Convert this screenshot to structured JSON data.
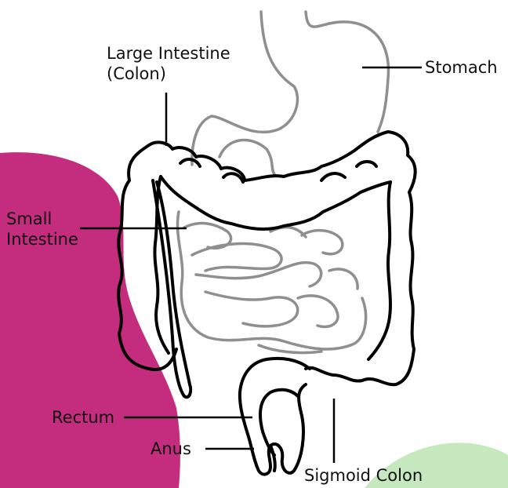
{
  "labels": {
    "large_intestine_line1": "Large Intestine",
    "large_intestine_line2": "(Colon)",
    "stomach": "Stomach",
    "small_intestine_line1": "Small",
    "small_intestine_line2": "Intestine",
    "rectum": "Rectum",
    "anus": "Anus",
    "sigmoid_colon": "Sigmoid Colon"
  },
  "colors": {
    "accent_magenta": "#c42d7d",
    "accent_green": "#c6e8bf",
    "outline_black": "#000000",
    "outline_gray": "#8f8f8f",
    "background": "#ffffff"
  }
}
